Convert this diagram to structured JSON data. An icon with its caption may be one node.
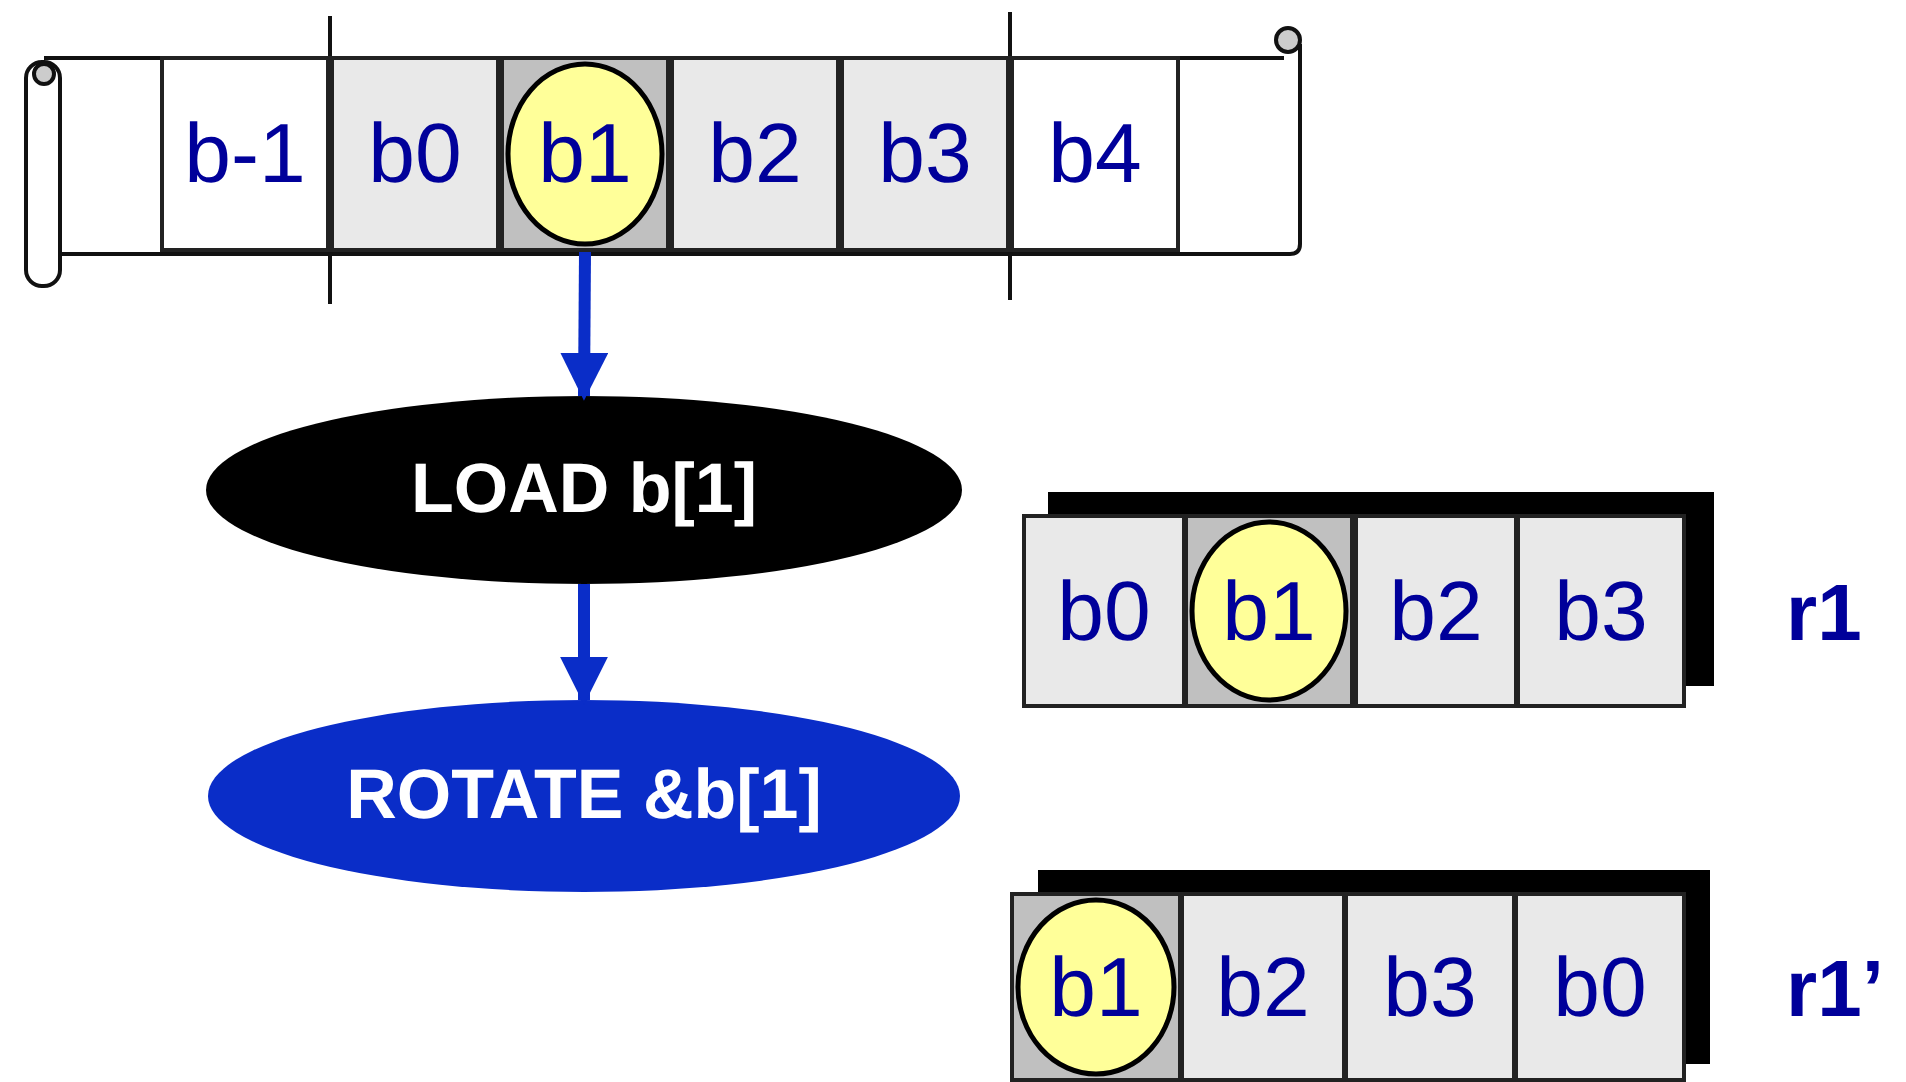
{
  "diagram": {
    "nodes": [
      {
        "text": [
          "b-1"
        ]
      },
      {
        "text": [
          "b0"
        ]
      },
      {
        "text": [
          "b1"
        ]
      },
      {
        "text": [
          "b2"
        ]
      },
      {
        "text": [
          "b3"
        ]
      },
      {
        "text": [
          "b4"
        ]
      },
      {
        "text": [
          "LOAD b[1]"
        ]
      },
      {
        "text": [
          "ROTATE &b[1]"
        ]
      },
      {
        "text": [
          "b0"
        ]
      },
      {
        "text": [
          "b1"
        ]
      },
      {
        "text": [
          "b2"
        ]
      },
      {
        "text": [
          "b3"
        ]
      },
      {
        "text": [
          "b1"
        ]
      },
      {
        "text": [
          "b2"
        ]
      },
      {
        "text": [
          "b3"
        ]
      },
      {
        "text": [
          "b0"
        ]
      }
    ],
    "edges": [
      {
        "from": 2,
        "to": 6,
        "arrow": "to"
      },
      {
        "from": 6,
        "to": 7,
        "arrow": "to"
      }
    ],
    "labels": [
      "r1",
      "r1’"
    ]
  }
}
